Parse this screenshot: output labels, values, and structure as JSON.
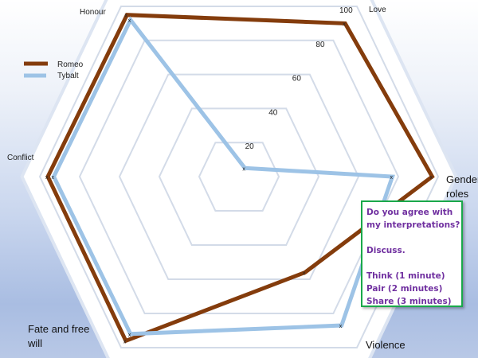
{
  "chart_data": {
    "type": "radar",
    "title": "",
    "categories": [
      "Love",
      "Gender roles",
      "Violence",
      "Fate and free will",
      "Conflict",
      "Honour"
    ],
    "category_labels": {
      "love": "Love",
      "gender_line1": "Gender",
      "gender_line2": "roles",
      "violence": "Violence",
      "fate_line1": "Fate and free",
      "fate_line2": "will",
      "conflict": "Conflict",
      "honour": "Honour"
    },
    "radial_ticks": [
      "20",
      "40",
      "60",
      "80",
      "100"
    ],
    "rlim": [
      0,
      100
    ],
    "grid": true,
    "legend": "left",
    "series": [
      {
        "name": "Romeo",
        "color": "#843c0c",
        "values": [
          90,
          97,
          56,
          96,
          96,
          95
        ]
      },
      {
        "name": "Tybalt",
        "color": "#9dc3e6",
        "values": [
          5,
          77,
          87,
          92,
          93,
          92
        ]
      }
    ]
  },
  "callout": {
    "line1": "Do you agree with",
    "line2": "my interpretations?",
    "line3": "Discuss.",
    "line4": "Think (1 minute)",
    "line5": "Pair (2 minutes)",
    "line6": "Share (3 minutes)",
    "border_color": "#1aa84a",
    "text_color": "#7030a0"
  }
}
